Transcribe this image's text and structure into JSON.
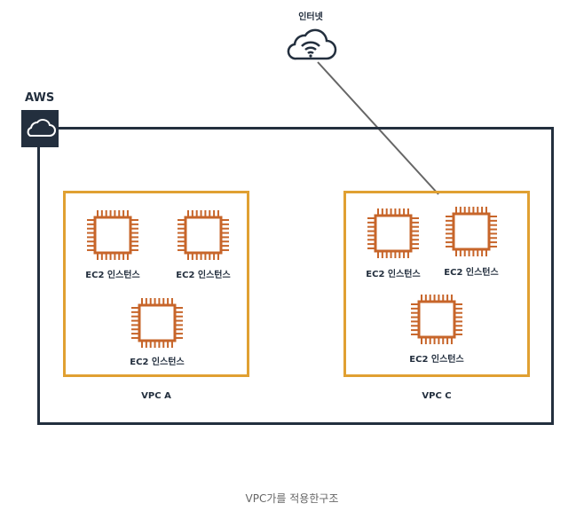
{
  "internet": {
    "label": "인터넷",
    "icon": "wifi-cloud-icon"
  },
  "aws": {
    "label": "AWS",
    "icon": "aws-cloud-icon"
  },
  "vpcs": [
    {
      "label": "VPC A",
      "instances": [
        "EC2 인스턴스",
        "EC2 인스턴스",
        "EC2 인스턴스"
      ]
    },
    {
      "label": "VPC C",
      "instances": [
        "EC2 인스턴스",
        "EC2 인스턴스",
        "EC2 인스턴스"
      ]
    }
  ],
  "caption": "VPC가를 적용한구조",
  "colors": {
    "aws_border": "#232f3e",
    "vpc_border": "#e0a032",
    "chip": "#c7652a",
    "link": "#666666"
  }
}
